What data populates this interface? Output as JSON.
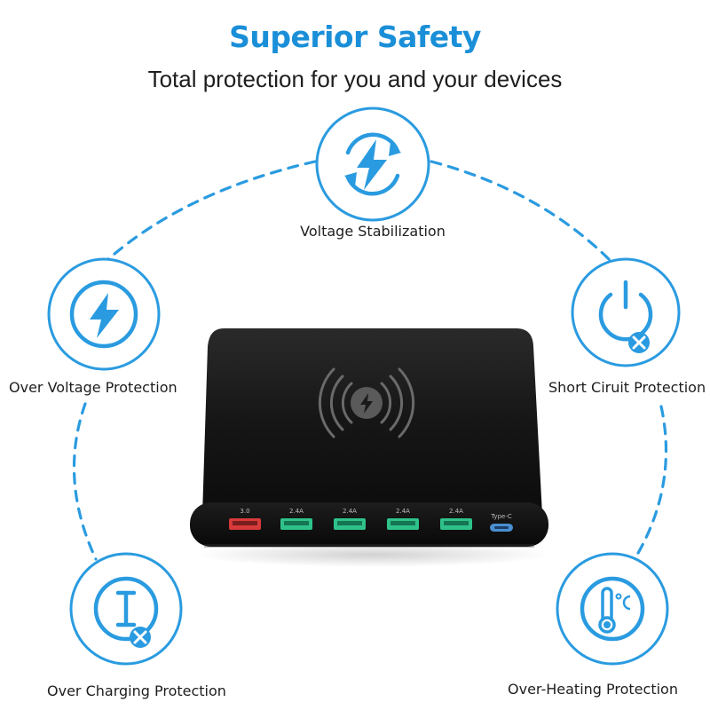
{
  "header": {
    "title": "Superior Safety",
    "subtitle": "Total protection for you and your devices"
  },
  "features": [
    {
      "label": "Voltage Stabilization",
      "icon": "voltage-stabilization-icon"
    },
    {
      "label": "Over Voltage Protection",
      "icon": "lightning-bolt-icon"
    },
    {
      "label": "Short Ciruit Protection",
      "icon": "power-off-icon"
    },
    {
      "label": "Over Charging Protection",
      "icon": "over-charging-icon"
    },
    {
      "label": "Over-Heating Protection",
      "icon": "thermometer-icon"
    }
  ],
  "product": {
    "ports": [
      {
        "label": "3.0",
        "type": "usb-qc"
      },
      {
        "label": "2.4A",
        "type": "usb"
      },
      {
        "label": "2.4A",
        "type": "usb"
      },
      {
        "label": "2.4A",
        "type": "usb"
      },
      {
        "label": "2.4A",
        "type": "usb"
      },
      {
        "label": "Type-C",
        "type": "usb-c"
      }
    ]
  },
  "colors": {
    "accent": "#1a8fd8",
    "device_body": "#1a1a1a",
    "port_green": "#2ec28a",
    "port_red": "#d83a3a"
  }
}
